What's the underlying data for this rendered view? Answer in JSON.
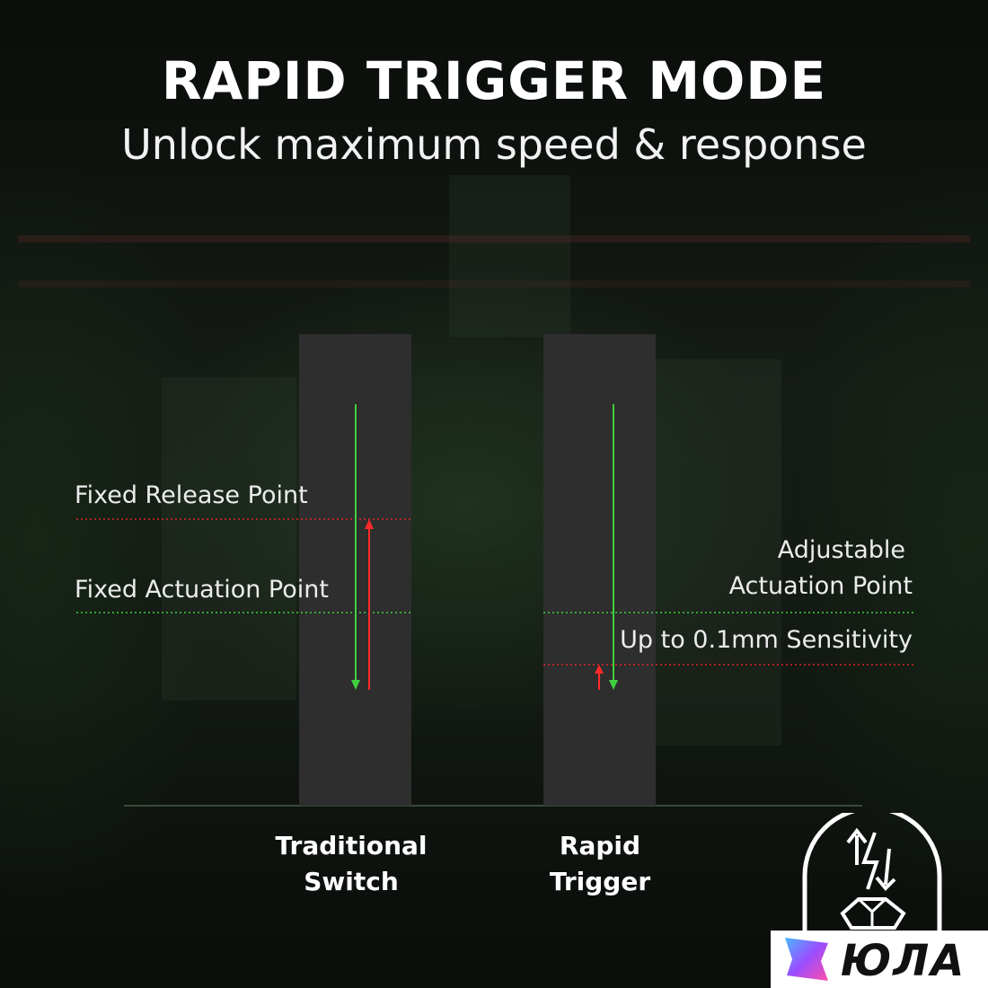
{
  "header": {
    "title": "RAPID TRIGGER MODE",
    "subtitle": "Unlock maximum speed & response"
  },
  "traditional": {
    "label_line1": "Traditional",
    "label_line2": "Switch",
    "release_point_label": "Fixed Release Point",
    "actuation_point_label": "Fixed Actuation Point"
  },
  "rapid": {
    "label_line1": "Rapid",
    "label_line2": "Trigger",
    "actuation_label_line1": "Adjustable",
    "actuation_label_line2": "Actuation Point",
    "sensitivity_label": "Up to 0.1mm Sensitivity"
  },
  "brand": {
    "name": "ЮЛА"
  },
  "colors": {
    "press": "#3fd13f",
    "release": "#ff2a2a",
    "column": "#2e2e2e"
  },
  "icons": {
    "emblem": "key-rapid-trigger-icon",
    "brand_logo": "star-logo-icon"
  }
}
